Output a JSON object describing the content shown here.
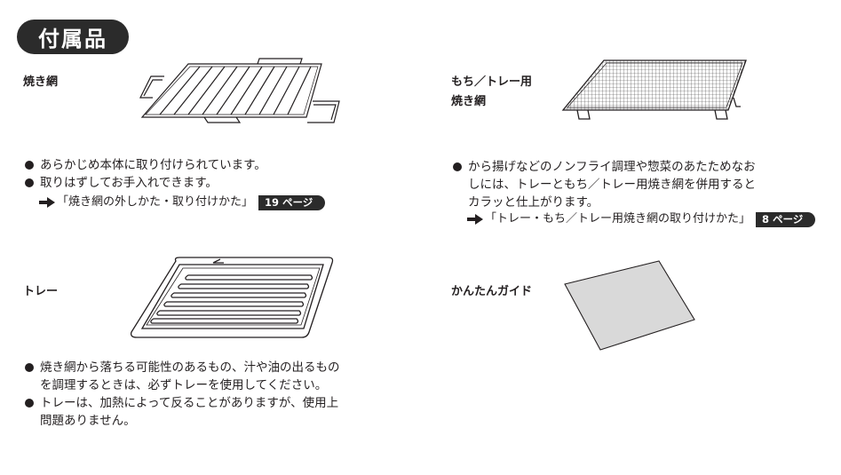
{
  "title": "付属品",
  "items": {
    "grill_rack": {
      "label": "焼き網",
      "bullets": [
        "あらかじめ本体に取り付けられています。",
        "取りはずしてお手入れできます。"
      ],
      "ref_text": "「焼き網の外しかた・取り付けかた」",
      "ref_page": "19 ページ"
    },
    "mochi_rack": {
      "label_lines": [
        "もち／トレー用",
        "焼き網"
      ],
      "bullet_lines": [
        "から揚げなどのノンフライ調理や惣菜のあたためなお",
        "しには、トレーともち／トレー用焼き網を併用すると",
        "カラッと仕上がります。"
      ],
      "ref_text": "「トレー・もち／トレー用焼き網の取り付けかた」",
      "ref_page": "8 ページ"
    },
    "tray": {
      "label": "トレー",
      "bullet1_lines": [
        "焼き網から落ちる可能性のあるもの、汁や油の出るもの",
        "を調理するときは、必ずトレーを使用してください。"
      ],
      "bullet2_lines": [
        "トレーは、加熱によって反ることがありますが、使用上",
        "問題ありません。"
      ]
    },
    "guide": {
      "label": "かんたんガイド"
    }
  },
  "colors": {
    "badge": "#2b2b2b",
    "guide_fill": "#d9d9d9",
    "ink": "#231f20"
  }
}
